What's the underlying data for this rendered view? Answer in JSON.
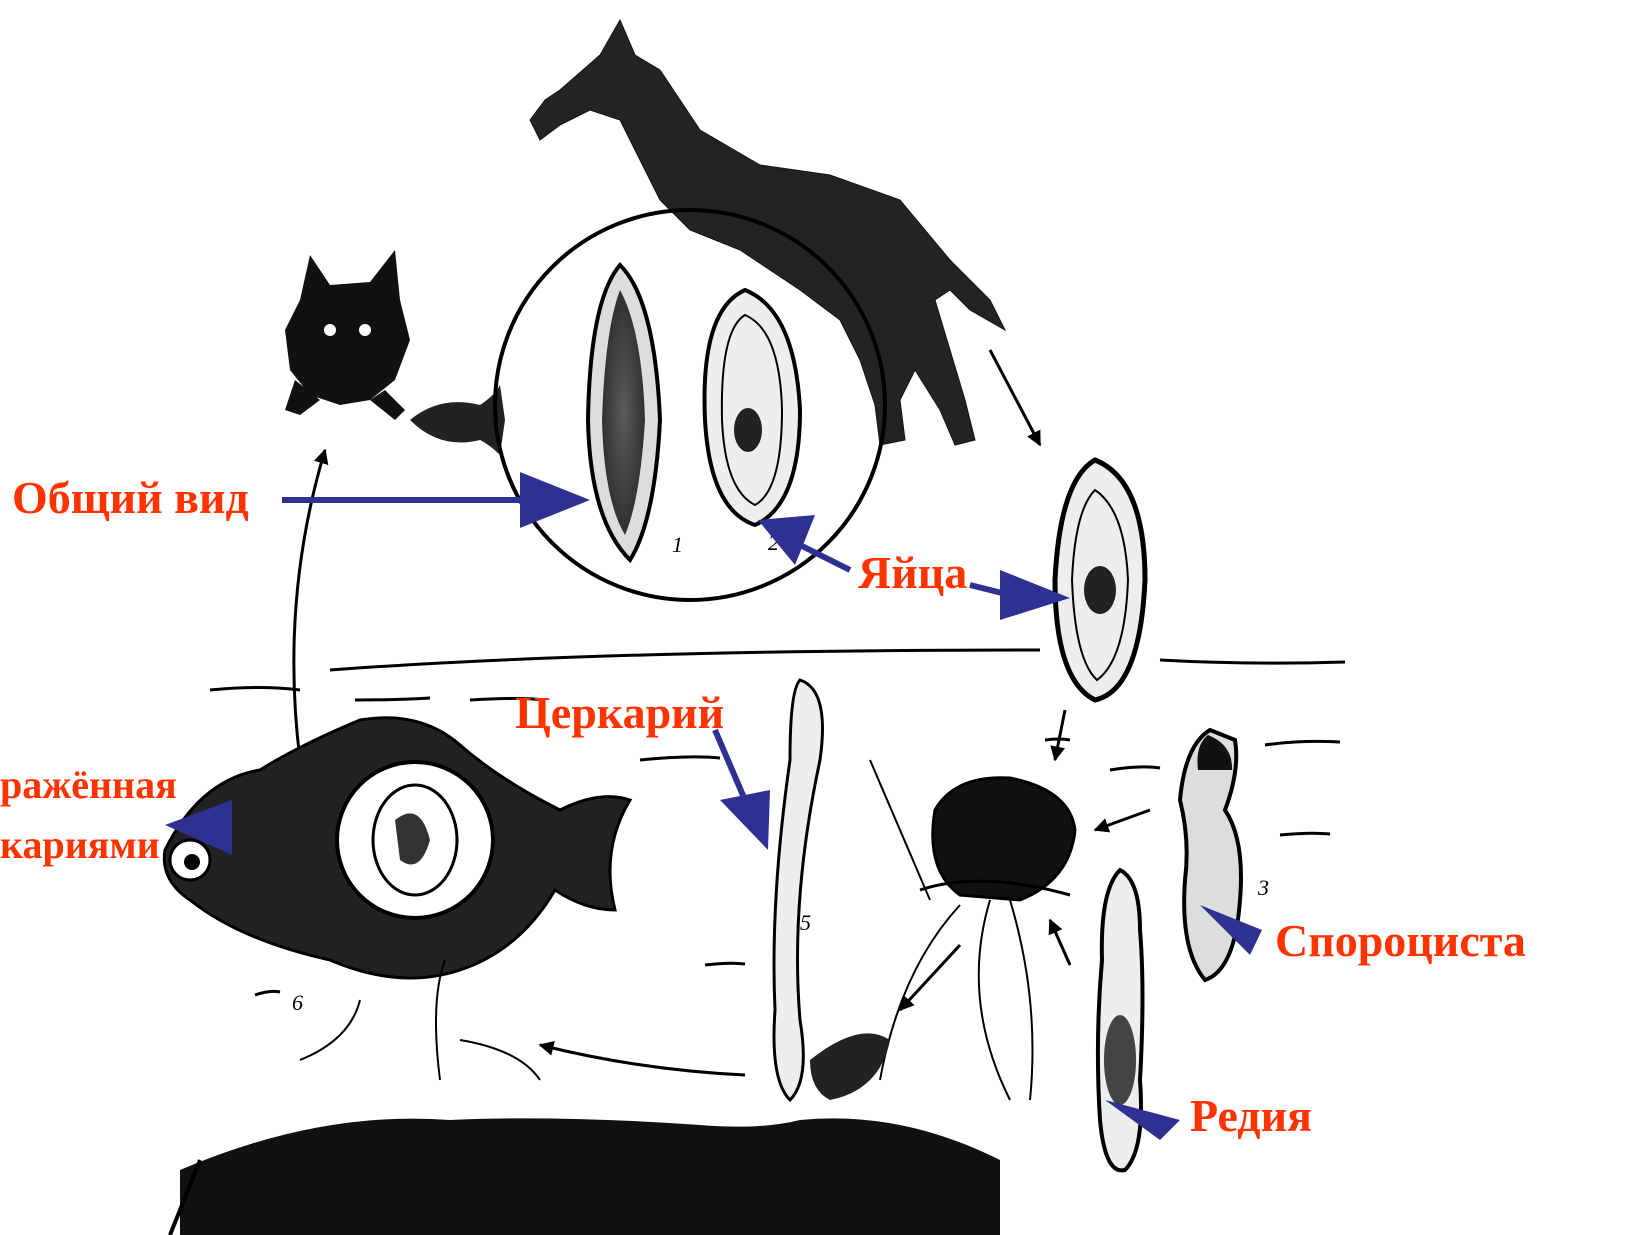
{
  "colors": {
    "label": "#ff3300",
    "arrow": "#2e3192",
    "ink": "#000000"
  },
  "labels": {
    "general_view": "Общий вид",
    "eggs": "Яйца",
    "cercaria": "Церкарий",
    "infected_fish_line1": "ражённая",
    "infected_fish_line2": "кариями",
    "sporocyst": "Спороциста",
    "redia": "Редия"
  },
  "stage_numbers": [
    "1",
    "2",
    "3",
    "5",
    "6"
  ]
}
